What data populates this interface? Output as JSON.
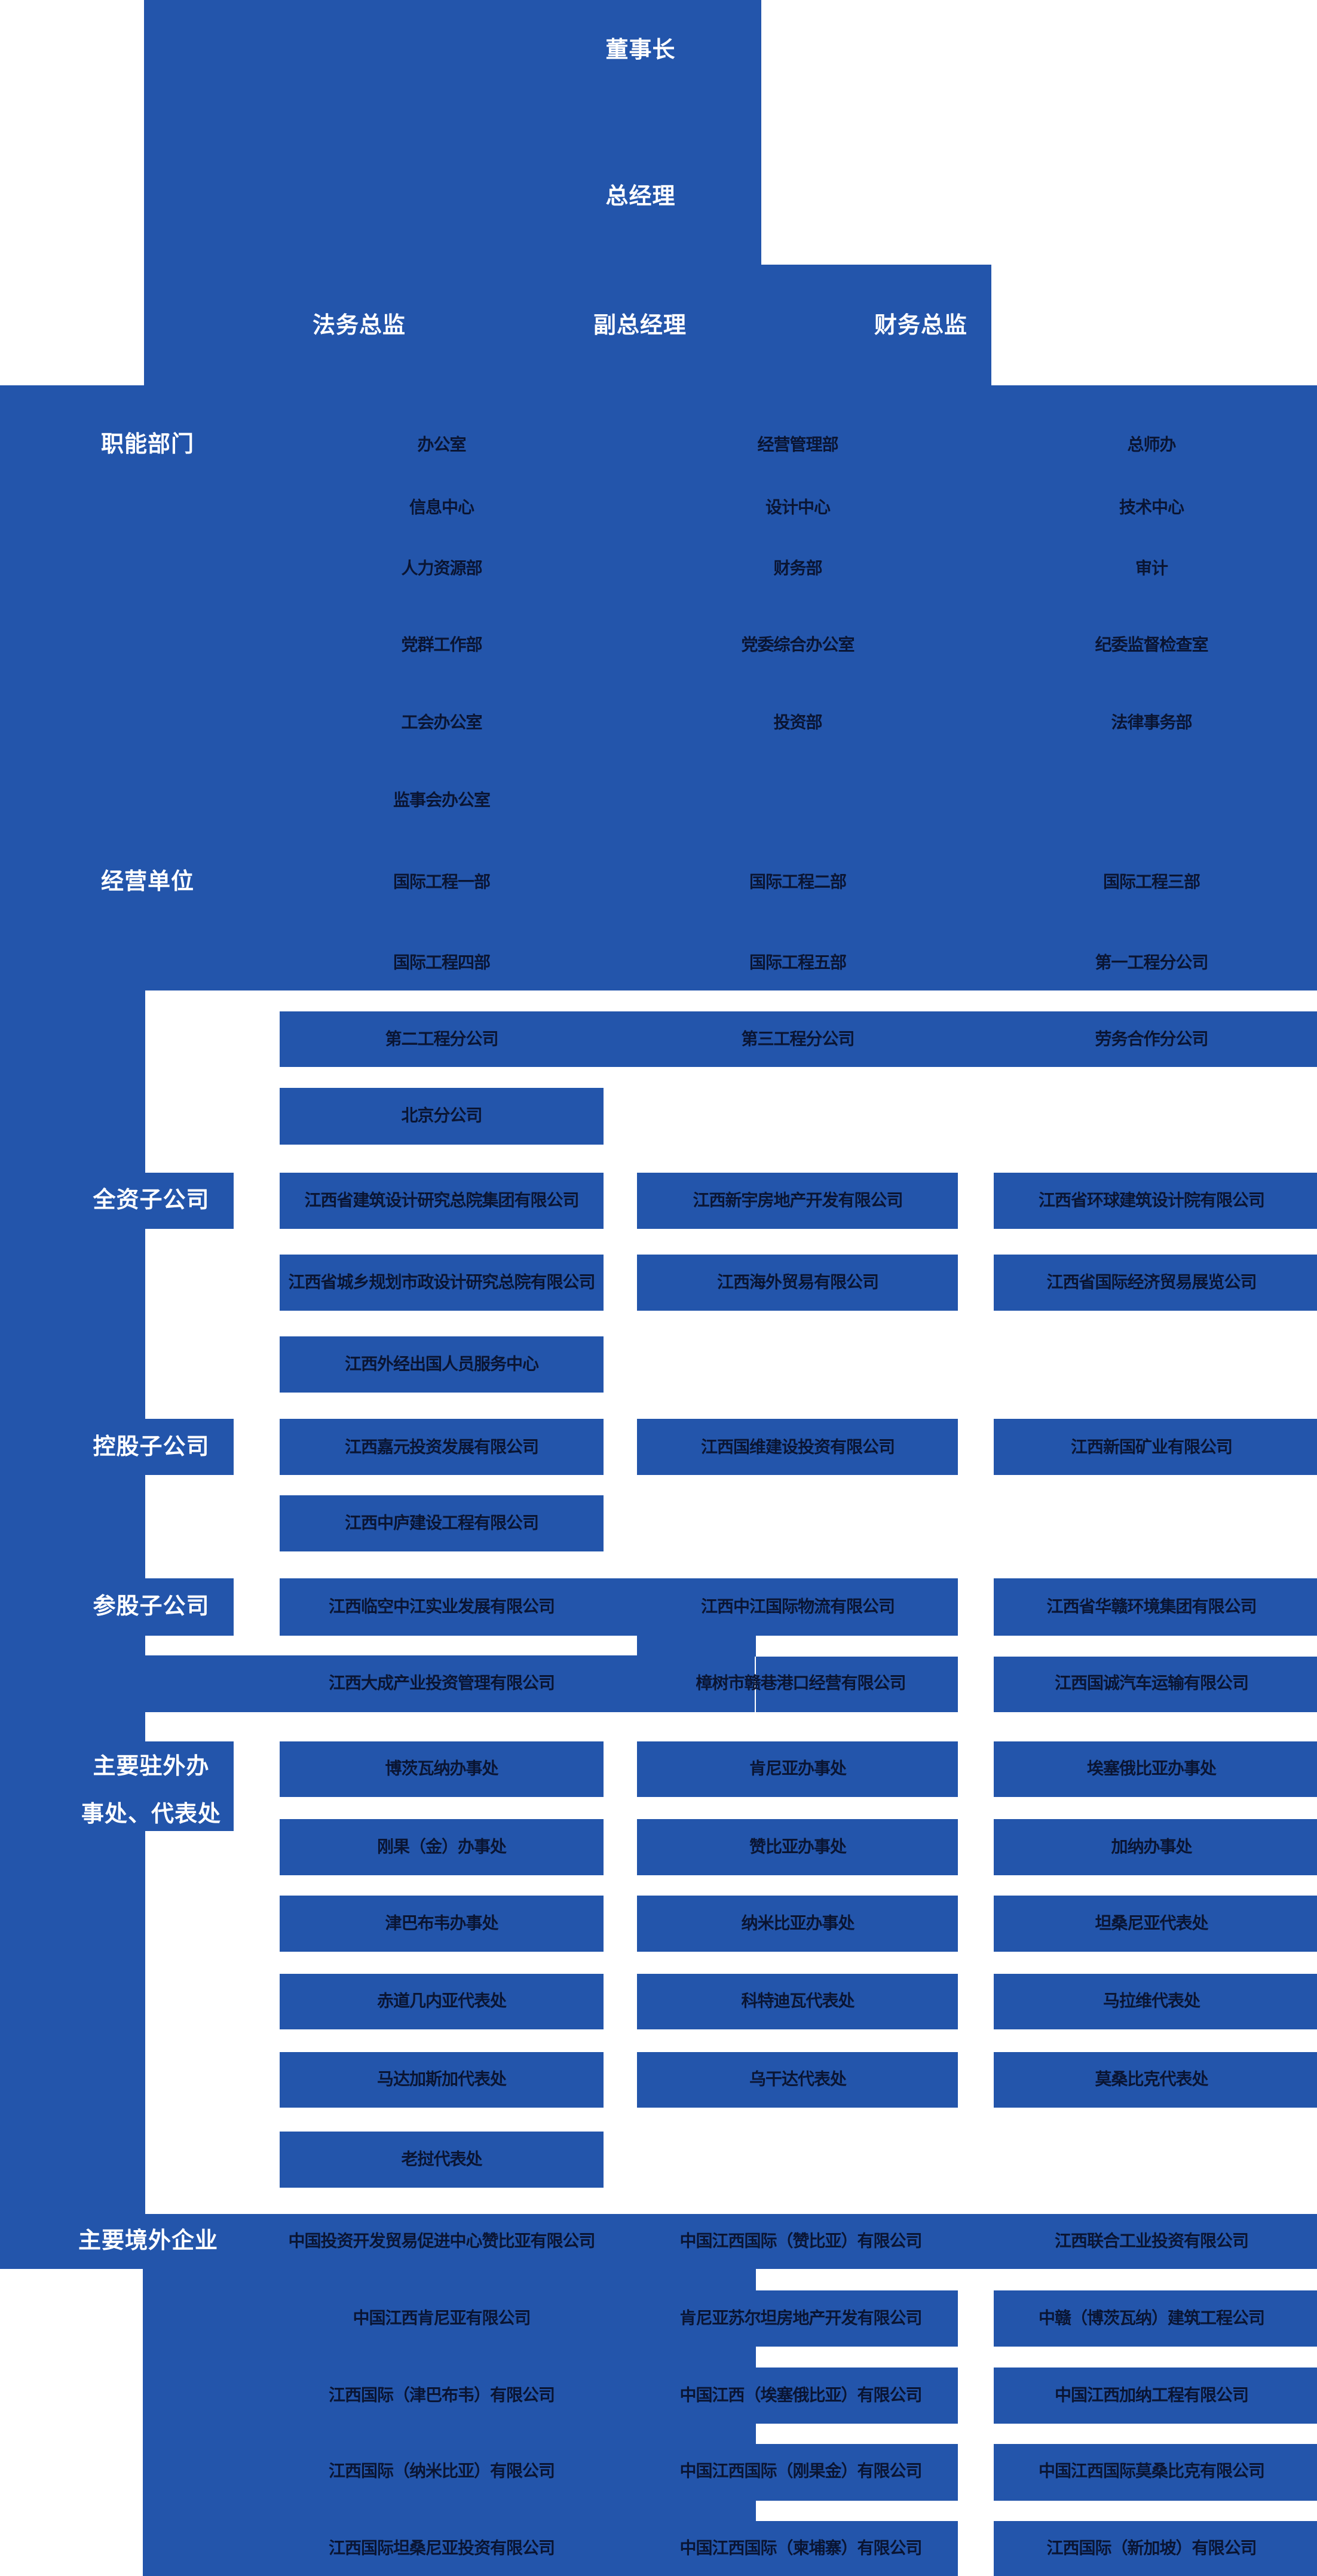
{
  "colors": {
    "blue": "#2355ab",
    "text_dark": "#0a1533",
    "text_light": "#ffffff"
  },
  "top": {
    "chairman": "董事长",
    "general_manager": "总经理",
    "legal_director": "法务总监",
    "deputy_general_manager": "副总经理",
    "finance_director": "财务总监"
  },
  "sections": {
    "functional": {
      "label": "职能部门",
      "rows": [
        [
          "办公室",
          "经营管理部",
          "总师办"
        ],
        [
          "信息中心",
          "设计中心",
          "技术中心"
        ],
        [
          "人力资源部",
          "财务部",
          "审计"
        ],
        [
          "党群工作部",
          "党委综合办公室",
          "纪委监督检查室"
        ],
        [
          "工会办公室",
          "投资部",
          "法律事务部"
        ],
        [
          "监事会办公室",
          "",
          ""
        ]
      ]
    },
    "business": {
      "label": "经营单位",
      "rows": [
        [
          "国际工程一部",
          "国际工程二部",
          "国际工程三部"
        ],
        [
          "国际工程四部",
          "国际工程五部",
          "第一工程分公司"
        ],
        [
          "第二工程分公司",
          "第三工程分公司",
          "劳务合作分公司"
        ],
        [
          "北京分公司",
          "",
          ""
        ]
      ]
    },
    "wholly_owned": {
      "label": "全资子公司",
      "rows": [
        [
          "江西省建筑设计研究总院集团有限公司",
          "江西新宇房地产开发有限公司",
          "江西省环球建筑设计院有限公司"
        ],
        [
          "江西省城乡规划市政设计研究总院有限公司",
          "江西海外贸易有限公司",
          "江西省国际经济贸易展览公司"
        ],
        [
          "江西外经出国人员服务中心",
          "",
          ""
        ]
      ]
    },
    "holding": {
      "label": "控股子公司",
      "rows": [
        [
          "江西嘉元投资发展有限公司",
          "江西国维建设投资有限公司",
          "江西新国矿业有限公司"
        ],
        [
          "江西中庐建设工程有限公司",
          "",
          ""
        ]
      ]
    },
    "minority": {
      "label": "参股子公司",
      "rows": [
        [
          "江西临空中江实业发展有限公司",
          "江西中江国际物流有限公司",
          "江西省华赣环境集团有限公司"
        ],
        [
          "江西大成产业投资管理有限公司",
          "樟树市赣巷港口经营有限公司",
          "江西国诚汽车运输有限公司"
        ]
      ]
    },
    "offices": {
      "label": "主要驻外办\n事处、代表处",
      "rows": [
        [
          "博茨瓦纳办事处",
          "肯尼亚办事处",
          "埃塞俄比亚办事处"
        ],
        [
          "刚果（金）办事处",
          "赞比亚办事处",
          "加纳办事处"
        ],
        [
          "津巴布韦办事处",
          "纳米比亚办事处",
          "坦桑尼亚代表处"
        ],
        [
          "赤道几内亚代表处",
          "科特迪瓦代表处",
          "马拉维代表处"
        ],
        [
          "马达加斯加代表处",
          "乌干达代表处",
          "莫桑比克代表处"
        ],
        [
          "老挝代表处",
          "",
          ""
        ]
      ]
    },
    "overseas": {
      "label": "主要境外企业",
      "rows": [
        [
          "中国投资开发贸易促进中心赞比亚有限公司",
          "中国江西国际（赞比亚）有限公司",
          "江西联合工业投资有限公司"
        ],
        [
          "中国江西肯尼亚有限公司",
          "肯尼亚苏尔坦房地产开发有限公司",
          "中赣（博茨瓦纳）建筑工程公司"
        ],
        [
          "江西国际（津巴布韦）有限公司",
          "中国江西（埃塞俄比亚）有限公司",
          "中国江西加纳工程有限公司"
        ],
        [
          "江西国际（纳米比亚）有限公司",
          "中国江西国际（刚果金）有限公司",
          "中国江西国际莫桑比克有限公司"
        ],
        [
          "江西国际坦桑尼亚投资有限公司",
          "中国江西国际（柬埔寨）有限公司",
          "江西国际（新加坡）有限公司"
        ]
      ]
    }
  }
}
